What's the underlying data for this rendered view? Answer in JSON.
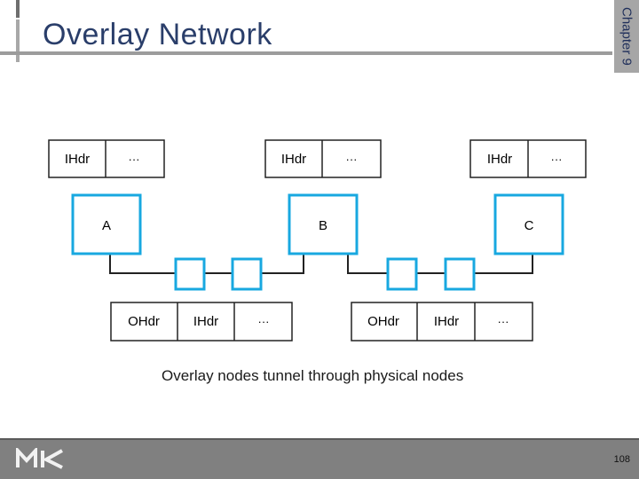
{
  "slide": {
    "title": "Overlay Network",
    "chapter": "Chapter 9",
    "page_number": "108",
    "caption": "Overlay nodes tunnel through physical nodes"
  },
  "diagram": {
    "top_headers": [
      {
        "fields": [
          "IHdr",
          "···"
        ]
      },
      {
        "fields": [
          "IHdr",
          "···"
        ]
      },
      {
        "fields": [
          "IHdr",
          "···"
        ]
      }
    ],
    "overlay_nodes": [
      "A",
      "B",
      "C"
    ],
    "bottom_headers": [
      {
        "fields": [
          "OHdr",
          "IHdr",
          "···"
        ]
      },
      {
        "fields": [
          "OHdr",
          "IHdr",
          "···"
        ]
      }
    ],
    "colors": {
      "node_border": "#18a8e0",
      "box_border": "#222222",
      "link": "#222222"
    }
  }
}
